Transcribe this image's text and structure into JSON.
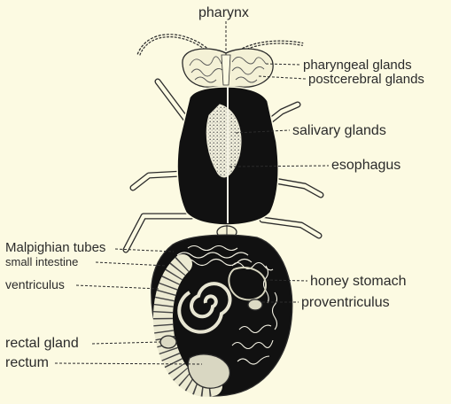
{
  "figure": {
    "labels": {
      "pharynx": "pharynx",
      "pharyngeal_glands": "pharyngeal glands",
      "postcerebral_glands": "postcerebral glands",
      "salivary_glands": "salivary glands",
      "esophagus": "esophagus",
      "malpighian_tubes": "Malpighian tubes",
      "small_intestine": "small intestine",
      "ventriculus": "ventriculus",
      "honey_stomach": "honey stomach",
      "proventriculus": "proventriculus",
      "rectal_gland": "rectal gland",
      "rectum": "rectum"
    }
  },
  "colors": {
    "background": "#fcfae2",
    "ink": "#2b2b2b",
    "organ_fill": "#111111"
  }
}
